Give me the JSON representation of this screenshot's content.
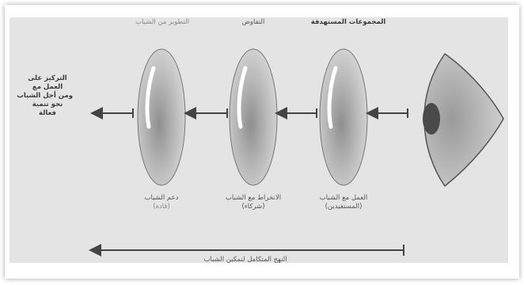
{
  "top_labels": {
    "left": "التطوير من الشباب",
    "middle": "التفاوض",
    "right": "المجموعات المستهدفة"
  },
  "stage_labels": {
    "right_line1": "العمل مع الشباب",
    "right_line2": "(المستفيدين)",
    "middle_line1": "الانخراط مع الشباب",
    "middle_line2": "(شركاء)",
    "left_line1": "دعم الشباب",
    "left_line2": "(قادة)"
  },
  "outcome_text": {
    "line1": "التركيز على",
    "line2": "العمل مع",
    "line3": "ومن أجل الشباب",
    "line4": "نحو تنمية",
    "line5": "فعالة"
  },
  "bottom_label": "النهج المتكامل لتمكين الشباب",
  "colors": {
    "panel": "#e4e4e4",
    "lens": "#c4c4c4",
    "eye": "#bdbdbd",
    "arrow": "#444444"
  }
}
